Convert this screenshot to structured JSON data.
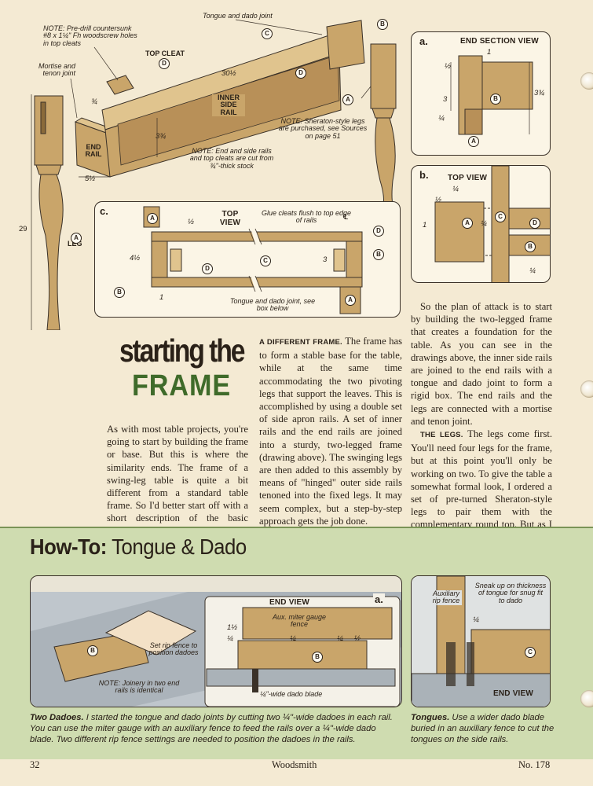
{
  "page": {
    "number": "32",
    "publication": "Woodsmith",
    "issue": "No. 178"
  },
  "main_drawing": {
    "note_countersunk": "NOTE: Pre-drill countersunk #8 x 1¼\" Fh woodscrew holes in top cleats",
    "label_tongue_dado": "Tongue and dado joint",
    "label_top_cleat": "TOP CLEAT",
    "label_mortise_tenon": "Mortise and tenon joint",
    "label_inner_side_rail": "INNER SIDE RAIL",
    "label_end_rail": "END RAIL",
    "label_leg": "LEG",
    "note_sheraton": "NOTE: Sheraton-style legs are purchased, see Sources on page 51",
    "note_end_side": "NOTE: End and side rails and top cleats are cut from ¾\"-thick stock",
    "dim_length": "30½",
    "dim_cleat": "¾",
    "dim_rail_height": "3¾",
    "dim_end": "5½",
    "dim_leg": "29",
    "callouts": {
      "A": "A",
      "B": "B",
      "C": "C",
      "D": "D"
    }
  },
  "detail_a": {
    "letter": "a.",
    "title": "END SECTION VIEW",
    "dims": {
      "top": "1",
      "tongue": "½",
      "height": "3",
      "bottom": "¼",
      "overall": "3¾"
    }
  },
  "detail_b": {
    "letter": "b.",
    "title": "TOP VIEW",
    "dims": {
      "a": "¼",
      "b": "½",
      "c": "1",
      "d": "¼",
      "e": "¼"
    }
  },
  "detail_c": {
    "letter": "c.",
    "title": "TOP VIEW",
    "label_glue": "Glue cleats flush to top edge of rails",
    "label_joint": "Tongue and dado joint, see box below",
    "dims": {
      "top": "½",
      "side": "4½",
      "width": "3",
      "bottom": "1"
    },
    "centerline": "℄"
  },
  "headline": {
    "line1": "starting the",
    "line2": "FRAME"
  },
  "col1": {
    "text": "As with most table projects, you're going to start by building the frame or base. But this is where the similarity ends. The frame of a swing-leg table is quite a bit different from a standard table frame. So I'd better start off with a short description of the basic structure."
  },
  "col2": {
    "runin": "A DIFFERENT FRAME.",
    "text": "The frame has to form a stable base for the table, while at the same time accommodating the two pivoting legs that support the leaves. This is accomplished by using a double set of side apron rails. A set of inner rails and the end rails are joined into a sturdy, two-legged frame (drawing above). The swinging legs are then added to this assembly by means of \"hinged\" outer side rails tenoned into the fixed legs. It may seem complex, but a step-by-step approach gets the job done."
  },
  "col3": {
    "p1": "So the plan of attack is to start by building the two-legged frame that creates a foundation for the table. As you can see in the drawings above, the inner side rails are joined to the end rails with a tongue and dado joint to form a rigid box. The end rails and the legs are connected with a mortise and tenon joint.",
    "runin": "THE LEGS.",
    "p2": "The legs come first. You'll need four legs for the frame, but at this point you'll only be working on two. To give the table a somewhat formal look, I ordered a set of pre-turned Sheraton-style legs to pair them with the complementary round top. But as I mentioned, you have several other styles from"
  },
  "howto": {
    "title_strong": "How-To:",
    "title_rest": "Tongue & Dado",
    "left_panel": {
      "letter": "a.",
      "end_view": "END VIEW",
      "aux_fence": "Aux. miter gauge fence",
      "set_rip": "Set rip fence to position dadoes",
      "note": "NOTE: Joinery in two end rails is identical",
      "dado_blade": "¼\"-wide dado blade",
      "dims": {
        "d1": "1½",
        "d2": "¼",
        "d3": "¼",
        "d4": "½",
        "d5": "¼"
      }
    },
    "right_panel": {
      "aux_rip": "Auxiliary rip fence",
      "sneak": "Sneak up on thickness of tongue for snug fit to dado",
      "end_view": "END VIEW",
      "dim": "¼"
    },
    "caption_left_head": "Two Dadoes.",
    "caption_left": "I started the tongue and dado joints by cutting two ¼\"-wide dadoes in each rail. You can use the miter gauge with an auxiliary fence to feed the rails over a ¼\"-wide dado blade. Two different rip fence settings are needed to position the dadoes in the rails.",
    "caption_right_head": "Tongues.",
    "caption_right": "Use a wider dado blade buried in an auxiliary fence to cut the tongues on the side rails."
  },
  "colors": {
    "wood": "#c9a56a",
    "wood_dark": "#a8824a",
    "howto_bg": "#cfdcb0",
    "headline_green": "#3f6b2a"
  }
}
